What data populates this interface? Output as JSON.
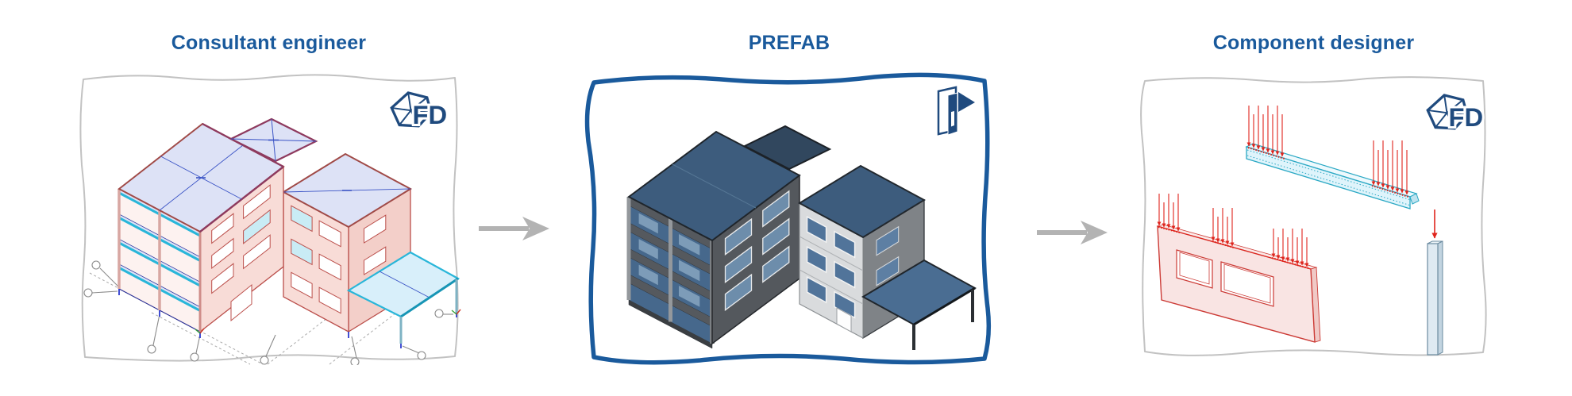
{
  "titles": [
    {
      "id": "consultant-engineer",
      "label": "Consultant engineer"
    },
    {
      "id": "prefab",
      "label": "PREFAB"
    },
    {
      "id": "component-designer",
      "label": "Component designer"
    }
  ],
  "panels": [
    {
      "id": "consultant-engineer",
      "title": "Consultant engineer",
      "border": "thin-gray-sketched",
      "logo": "fem-design-logo",
      "illustration": "isometric-analytical-building-model",
      "illustration_features": [
        "pink-walls-with-windows",
        "lavender-floor-slabs",
        "cyan-edge-beams",
        "cyan-canopy-slab",
        "dashed-grid-lines-with-bubbles",
        "x-braced-roof-bay"
      ]
    },
    {
      "id": "prefab",
      "title": "PREFAB",
      "border": "thick-blue-sketched",
      "logo": "prefab-module-icon",
      "illustration": "rendered-prefab-building",
      "illustration_features": [
        "dark-gray-concrete-walls",
        "steel-blue-glass-slabs",
        "light-gray-prefab-panels",
        "blue-canopy-on-posts"
      ]
    },
    {
      "id": "component-designer",
      "title": "Component designer",
      "border": "thin-gray-sketched",
      "logo": "fem-design-logo",
      "illustration": "structural-components-with-loads",
      "components": [
        "beam-with-distributed-loads",
        "wall-panel-with-two-openings-and-loads",
        "column-with-point-load"
      ]
    }
  ],
  "arrows": [
    {
      "from": "consultant-engineer",
      "to": "prefab",
      "direction": "right"
    },
    {
      "from": "prefab",
      "to": "component-designer",
      "direction": "right"
    }
  ],
  "logos": {
    "fem_design": {
      "text": "FD"
    },
    "prefab_module": {
      "name": "prefab-walls-icon"
    }
  },
  "colors": {
    "title_blue": "#1a5a9c",
    "brand_navy": "#1f4a7e",
    "panel_border_gray": "#c2c2c2",
    "prefab_border_blue": "#1a5a9c",
    "arrow_gray": "#b3b3b3",
    "wall_pink": "#f8dcd7",
    "wall_edge_red": "#bb4f4b",
    "slab_lavender": "#dde2f6",
    "beam_cyan": "#29b6d9",
    "load_red": "#e0241c",
    "render_dark_gray": "#54585d",
    "render_light_gray": "#d9dbdd",
    "render_glass_blue": "#4a6d92"
  }
}
